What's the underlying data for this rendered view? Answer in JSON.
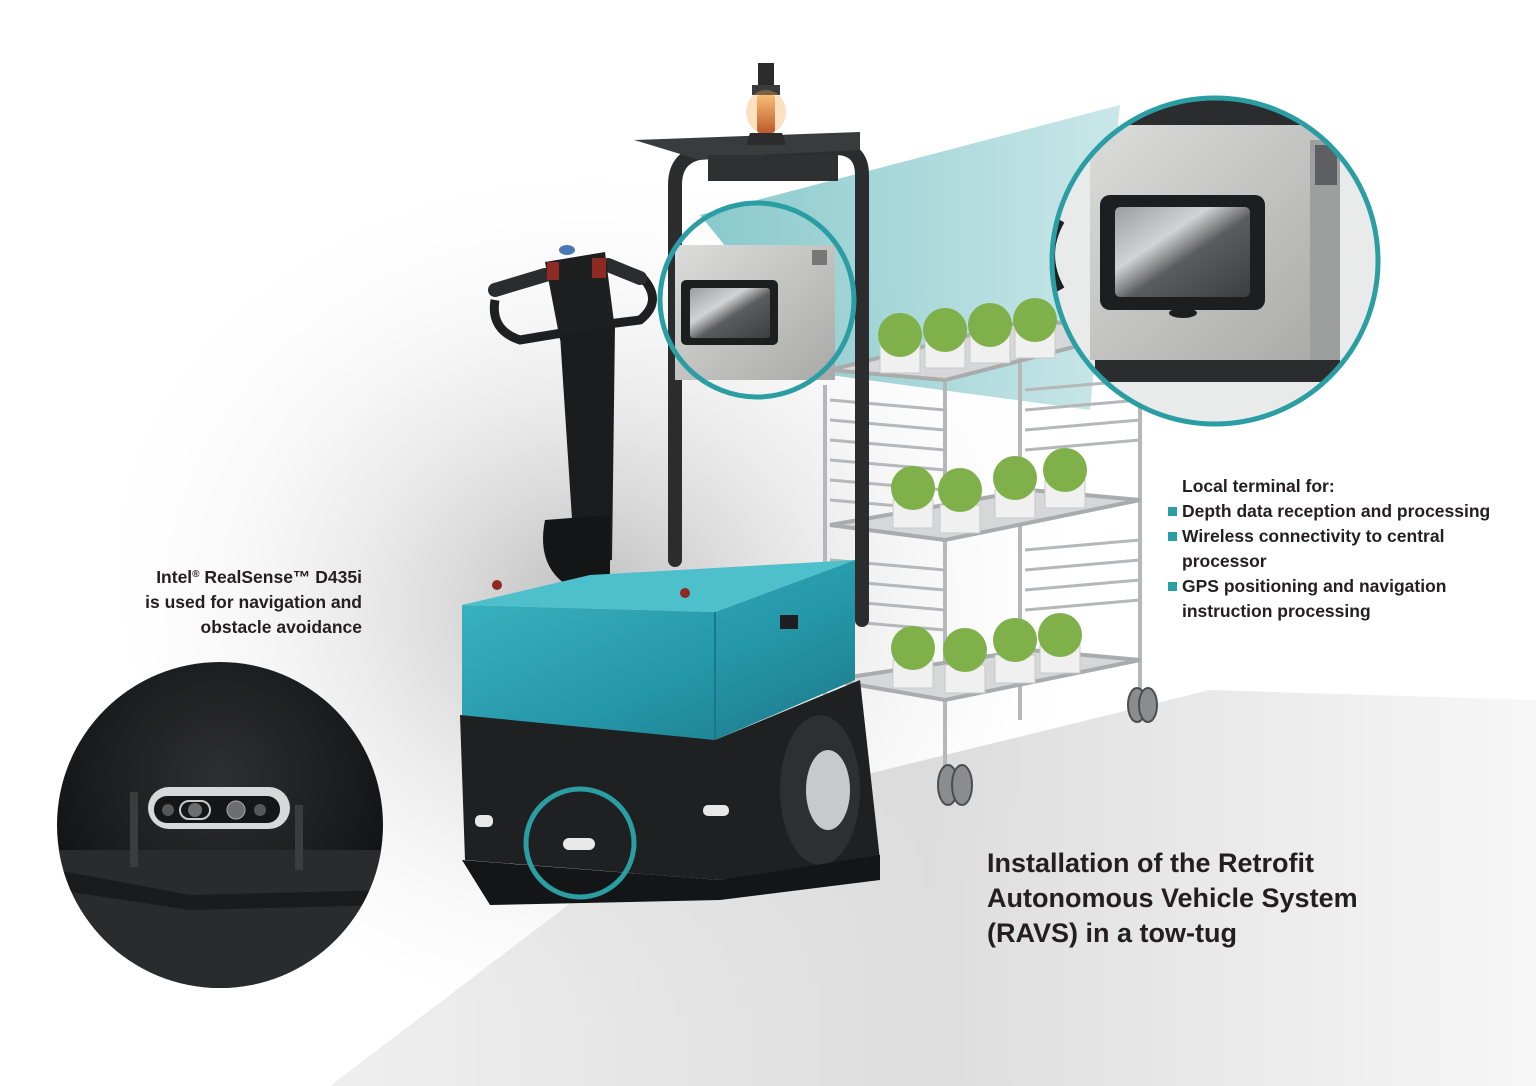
{
  "colors": {
    "accent_teal": "#2a9ea3",
    "tug_body": "#26a3b2",
    "tug_base": "#1f2021",
    "frame_dark": "#2b2c2e",
    "terminal_gray": "#c9c9c8",
    "plant_green": "#7fb04a",
    "beacon_amber": "#e0843a",
    "text": "#231f20"
  },
  "camera_callout": {
    "line1_brand": "Intel",
    "line1_reg": "®",
    "line1_rest": " RealSense™ D435i",
    "line2": "is used for navigation and",
    "line3": "obstacle avoidance"
  },
  "terminal_callout": {
    "heading": "Local terminal for:",
    "items": [
      {
        "label": "Depth data reception and processing"
      },
      {
        "label": "Wireless connectivity to central processor"
      },
      {
        "label": "GPS positioning and navigation instruction processing"
      }
    ]
  },
  "title": {
    "line1": "Installation of the Retrofit",
    "line2": "Autonomous Vehicle System",
    "line3": "(RAVS) in a tow-tug"
  },
  "illustration": {
    "subject": "tow-tug with autonomous retrofit kit pulling a plant cart",
    "zoom_callouts": [
      "local-terminal-zoom",
      "depth-camera-zoom"
    ]
  }
}
